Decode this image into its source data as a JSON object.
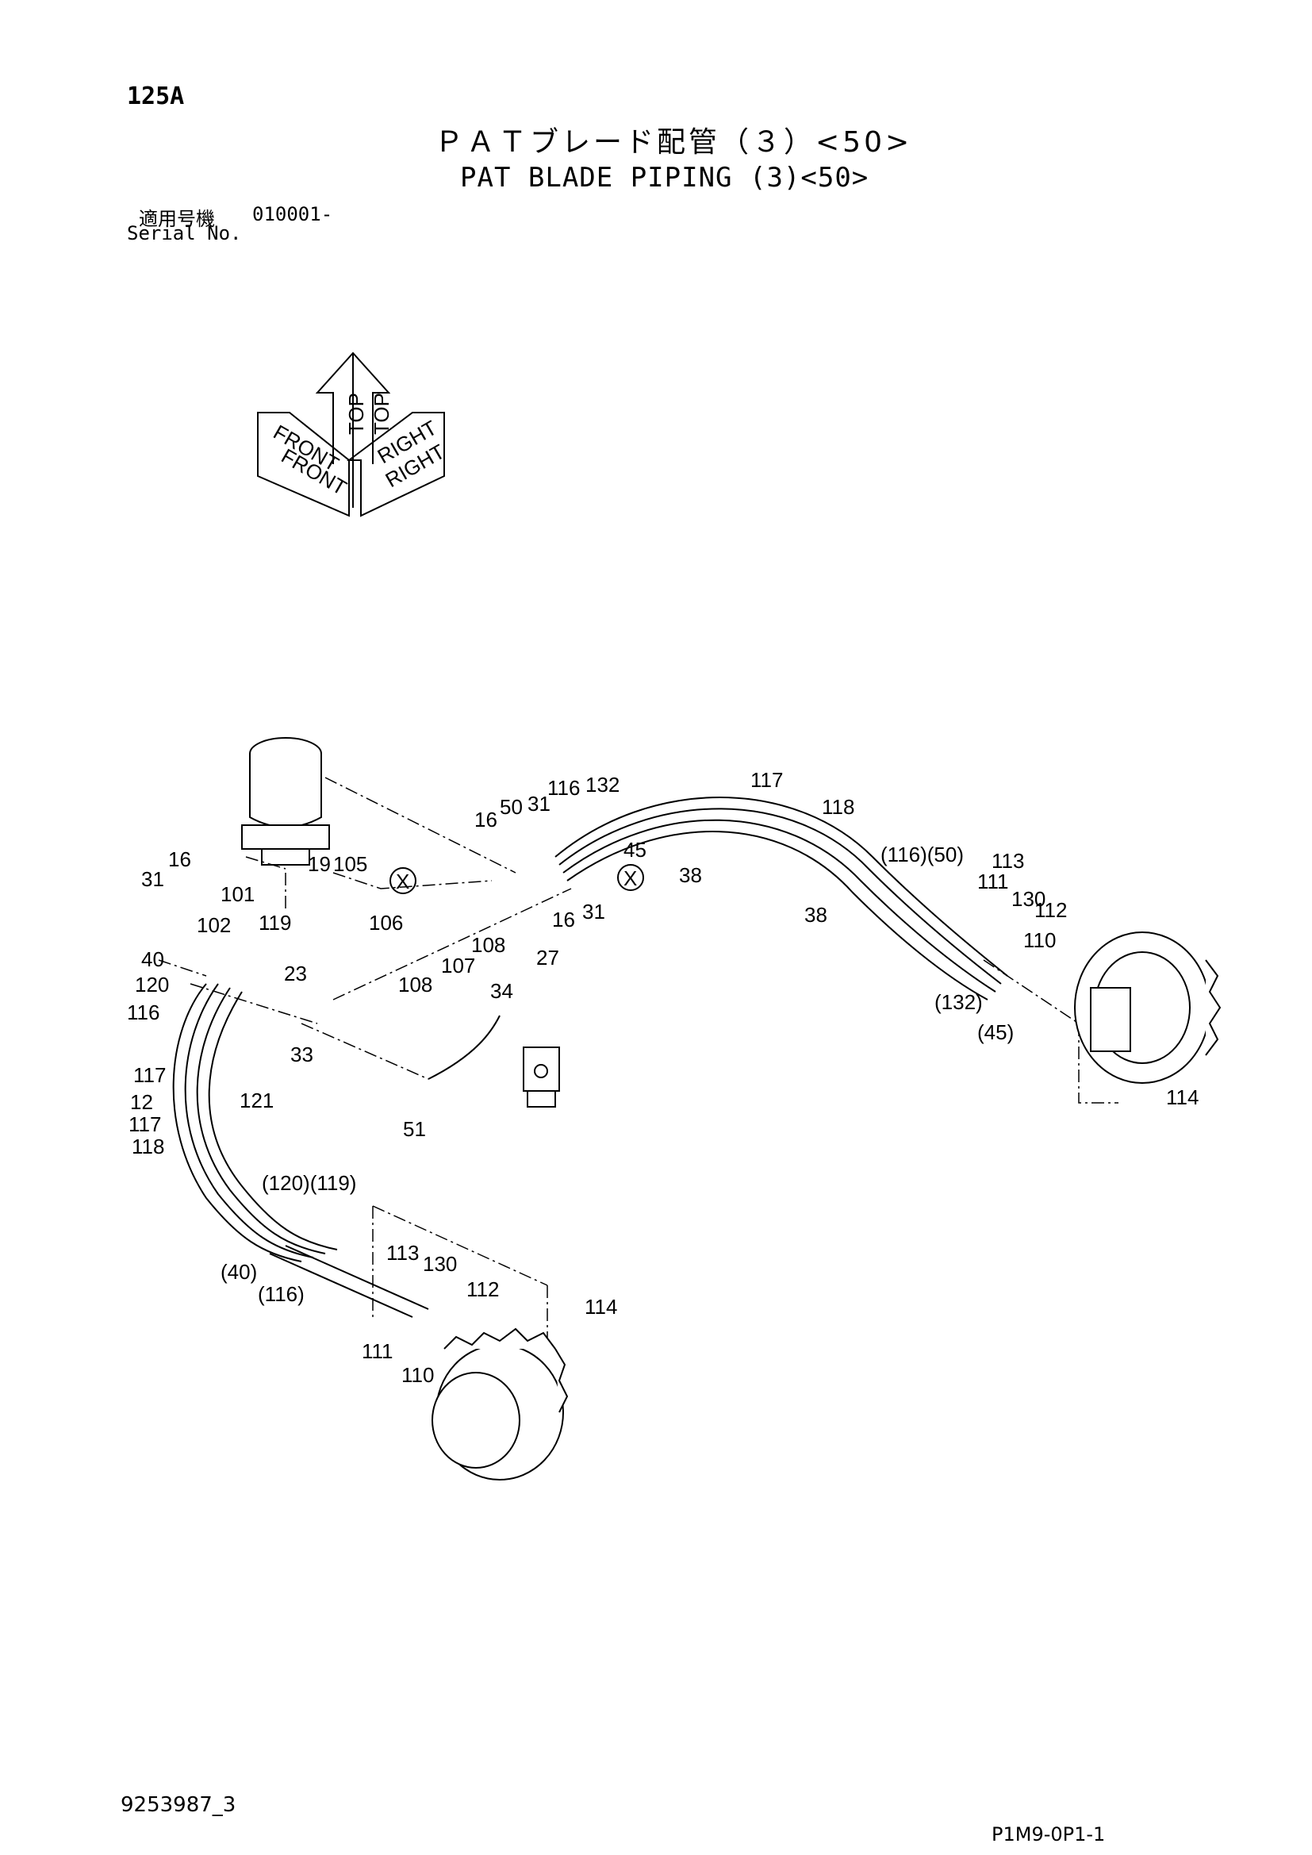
{
  "header": {
    "page_number": "125A",
    "title_jp": "ＰＡＴブレード配管（３）<50>",
    "title_en": "PAT BLADE PIPING (3)<50>",
    "serial_label_jp": "適用号機",
    "serial_value": "010001-",
    "serial_label_en": "Serial No."
  },
  "orientation": {
    "labels": [
      "TOP",
      "TOP",
      "FRONT",
      "FRONT",
      "RIGHT",
      "RIGHT"
    ]
  },
  "markers": {
    "x1": "X",
    "x2": "X"
  },
  "callouts": [
    "31",
    "16",
    "101",
    "102",
    "119",
    "19",
    "105",
    "106",
    "40",
    "120",
    "116",
    "23",
    "33",
    "117",
    "12",
    "117",
    "118",
    "121",
    "(120)(119)",
    "(40)",
    "(116)",
    "113",
    "130",
    "112",
    "111",
    "110",
    "114",
    "16",
    "50",
    "31",
    "116",
    "132",
    "45",
    "16",
    "31",
    "108",
    "107",
    "108",
    "27",
    "34",
    "51",
    "117",
    "118",
    "38",
    "38",
    "(116)(50)",
    "113",
    "111",
    "130",
    "112",
    "110",
    "(132)",
    "(45)",
    "114"
  ],
  "footer": {
    "doc_number": "9253987_3",
    "page_code": "P1M9-0P1-1"
  }
}
